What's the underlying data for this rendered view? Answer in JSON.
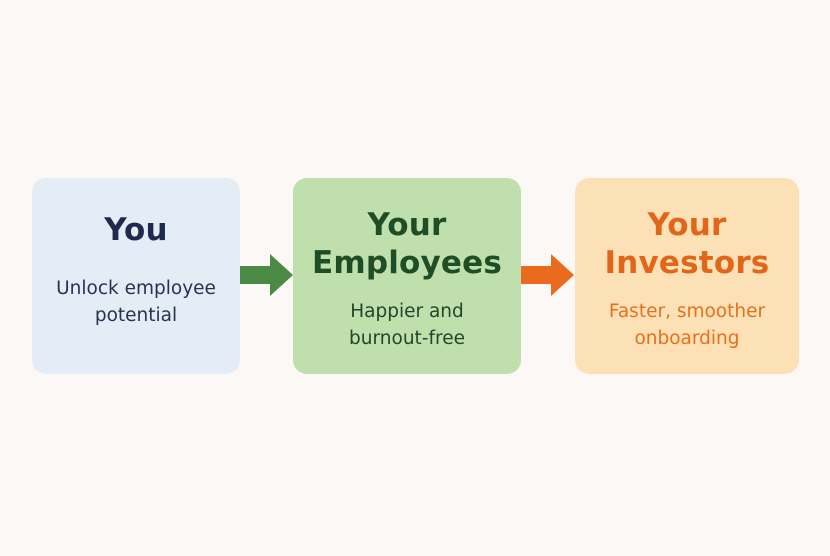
{
  "nodes": [
    {
      "id": "you",
      "title_lines": [
        "You"
      ],
      "description_lines": [
        "Unlock employee",
        "potential"
      ]
    },
    {
      "id": "employees",
      "title_lines": [
        "Your",
        "Employees"
      ],
      "description_lines": [
        "Happier and",
        "burnout-free"
      ]
    },
    {
      "id": "investors",
      "title_lines": [
        "Your",
        "Investors"
      ],
      "description_lines": [
        "Faster, smoother",
        "onboarding"
      ]
    }
  ],
  "colors": {
    "background": "#fcf8f5",
    "you_card": "#e4edf6",
    "you_text": "#1f2a4d",
    "employees_card": "#bfe0ac",
    "employees_text": "#1f4d25",
    "investors_card": "#fde1b6",
    "investors_text": "#e2661a",
    "arrow_green": "#4a8a45",
    "arrow_orange": "#ea6b1e"
  },
  "arrows": [
    {
      "from": "you",
      "to": "employees",
      "color_name": "green"
    },
    {
      "from": "employees",
      "to": "investors",
      "color_name": "orange"
    }
  ]
}
